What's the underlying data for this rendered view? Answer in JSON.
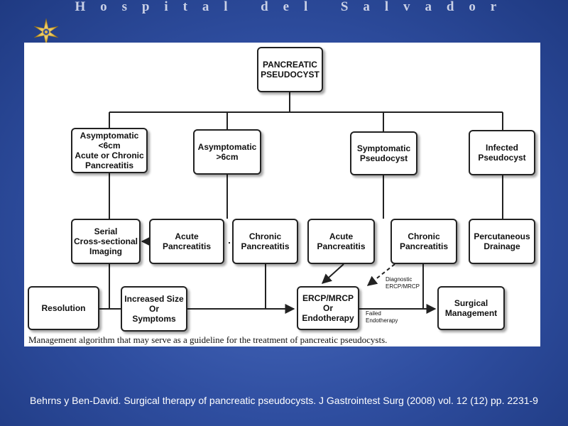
{
  "slide": {
    "header_title": "Hospital del Salvador",
    "citation": "Behrns y Ben-David. Surgical therapy of pancreatic pseudocysts. J Gastrointest Surg (2008) vol. 12 (12) pp. 2231-9"
  },
  "diagram": {
    "caption": "Management algorithm that may serve as a guideline for the treatment of pancreatic pseudocysts.",
    "nodes": {
      "pseudocyst": "PANCREATIC\nPSEUDOCYST",
      "asymptomatic_small": "Asymptomatic\n<6cm\nAcute or Chronic\nPancreatitis",
      "asymptomatic_large": "Asymptomatic\n>6cm",
      "symptomatic": "Symptomatic\nPseudocyst",
      "infected": "Infected\nPseudocyst",
      "serial_imaging": "Serial\nCross-sectional\nImaging",
      "acute_1": "Acute\nPancreatitis",
      "chronic_1": "Chronic\nPancreatitis",
      "acute_2": "Acute\nPancreatitis",
      "chronic_2": "Chronic\nPancreatitis",
      "percutaneous": "Percutaneous\nDrainage",
      "resolution": "Resolution",
      "increased_size": "Increased Size\nOr\nSymptoms",
      "ercp": "ERCP/MRCP\nOr\nEndotherapy",
      "surgical": "Surgical\nManagement"
    },
    "edge_labels": {
      "diagnostic": "Diagnostic\nERCP/MRCP",
      "failed": "Failed\nEndotherapy"
    }
  },
  "colors": {
    "background": "#2f4ea0",
    "panel": "#ffffff",
    "line": "#222222",
    "citation_text": "#ffffff"
  },
  "icons": {
    "logo": "star-emblem-icon"
  }
}
